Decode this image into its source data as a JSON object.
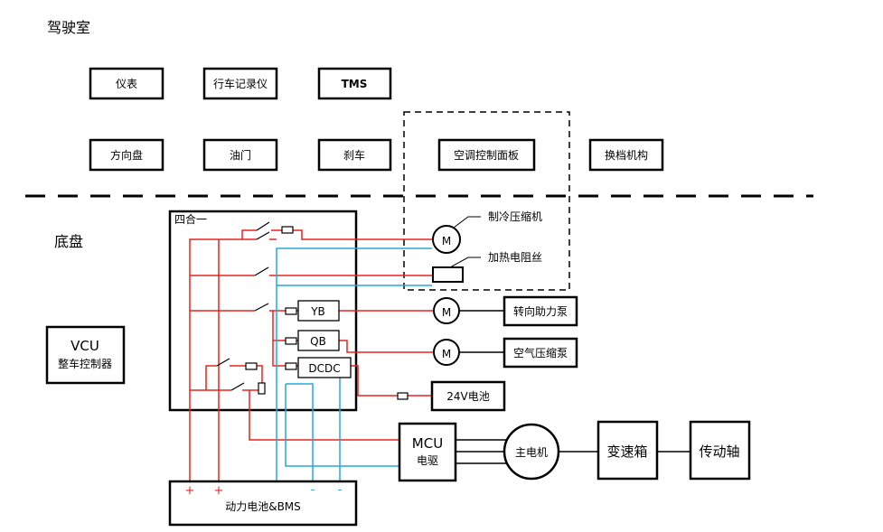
{
  "sections": {
    "cab": "驾驶室",
    "chassis": "底盘"
  },
  "cab_boxes": {
    "instrument": "仪表",
    "recorder": "行车记录仪",
    "tms": "TMS",
    "steering_wheel": "方向盘",
    "throttle": "油门",
    "brake": "刹车",
    "ac_panel": "空调控制面板",
    "gear_shift": "换档机构"
  },
  "vcu": {
    "line1": "VCU",
    "line2": "整车控制器"
  },
  "four_in_one": {
    "title": "四合一",
    "yb": "YB",
    "qb": "QB",
    "dcdc": "DCDC"
  },
  "loads": {
    "motor_symbol": "M",
    "ac_compressor": "制冷压缩机",
    "heater": "加热电阻丝",
    "steering_pump": "转向助力泵",
    "air_compressor": "空气压缩泵",
    "battery_24v": "24V电池"
  },
  "drivetrain": {
    "mcu_line1": "MCU",
    "mcu_line2": "电驱",
    "main_motor": "主电机",
    "gearbox": "变速箱",
    "drive_shaft": "传动轴"
  },
  "battery": {
    "label": "动力电池&BMS",
    "plus": "+",
    "minus": "-"
  },
  "colors": {
    "power": "#e8231e",
    "control": "#25a8e0",
    "frame": "#000000"
  }
}
